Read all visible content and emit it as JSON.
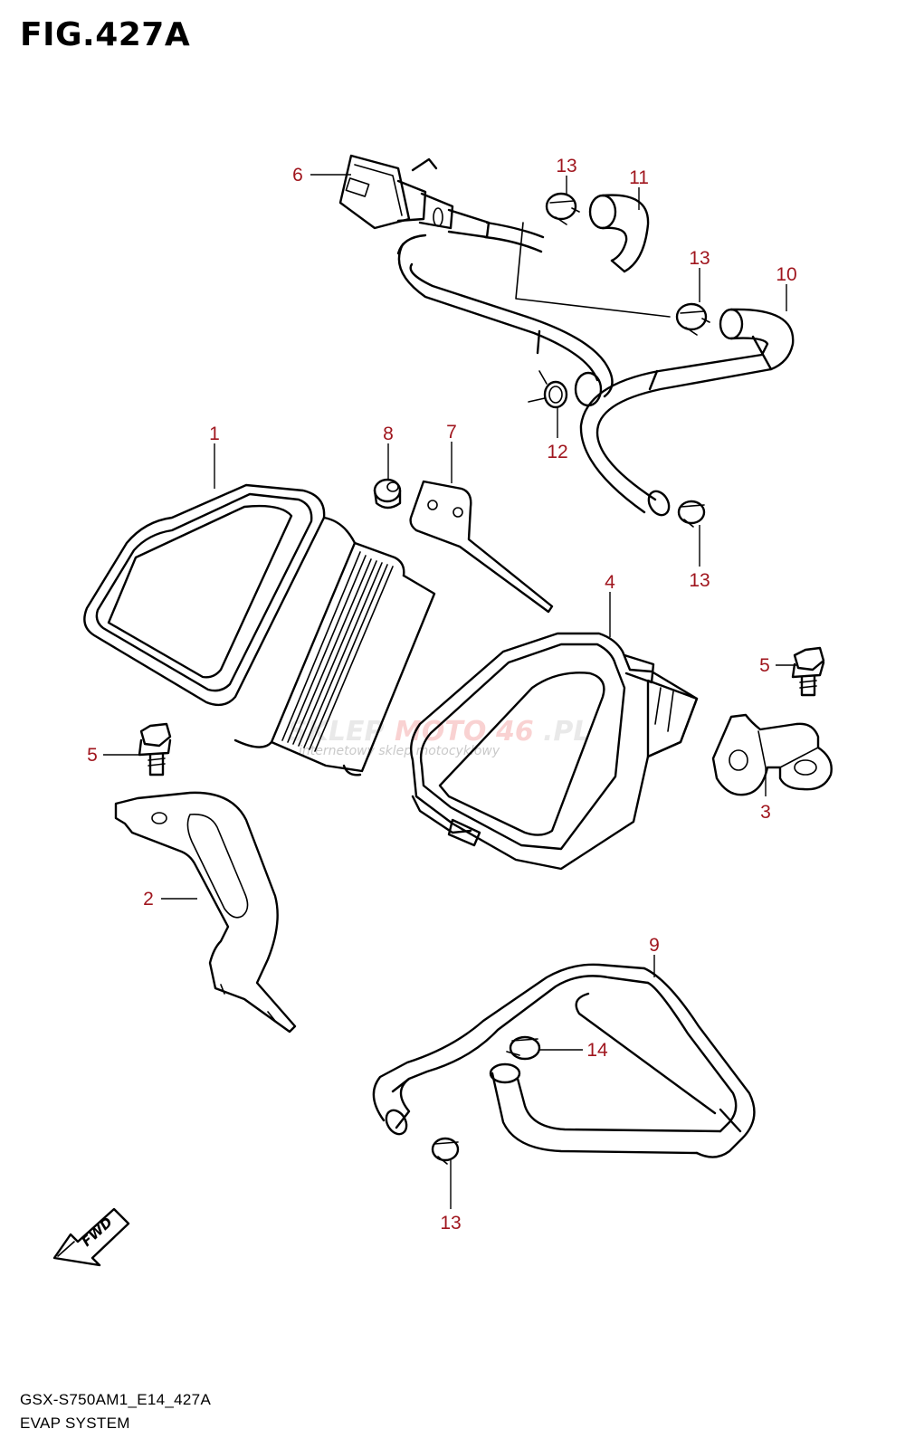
{
  "header": {
    "title": "FIG.427A"
  },
  "callouts": [
    {
      "id": "1",
      "label": "1"
    },
    {
      "id": "2",
      "label": "2"
    },
    {
      "id": "3",
      "label": "3"
    },
    {
      "id": "4",
      "label": "4"
    },
    {
      "id": "5a",
      "label": "5"
    },
    {
      "id": "5b",
      "label": "5"
    },
    {
      "id": "6",
      "label": "6"
    },
    {
      "id": "7",
      "label": "7"
    },
    {
      "id": "8",
      "label": "8"
    },
    {
      "id": "9",
      "label": "9"
    },
    {
      "id": "10",
      "label": "10"
    },
    {
      "id": "11",
      "label": "11"
    },
    {
      "id": "12",
      "label": "12"
    },
    {
      "id": "13a",
      "label": "13"
    },
    {
      "id": "13b",
      "label": "13"
    },
    {
      "id": "13c",
      "label": "13"
    },
    {
      "id": "13d",
      "label": "13"
    },
    {
      "id": "14",
      "label": "14"
    }
  ],
  "fwd_label": "FWD",
  "watermark": {
    "brand_a": "SKLEP",
    "brand_b": "MOTO",
    "brand_c": "46",
    "brand_d": ".PL",
    "subtitle": "internetowy sklep motocyklowy"
  },
  "footer": {
    "code": "GSX-S750AM1_E14_427A",
    "name": "EVAP SYSTEM"
  },
  "colors": {
    "callout": "#a0161e",
    "watermark_red": "#e53935",
    "watermark_grey": "#9e9e9e"
  }
}
